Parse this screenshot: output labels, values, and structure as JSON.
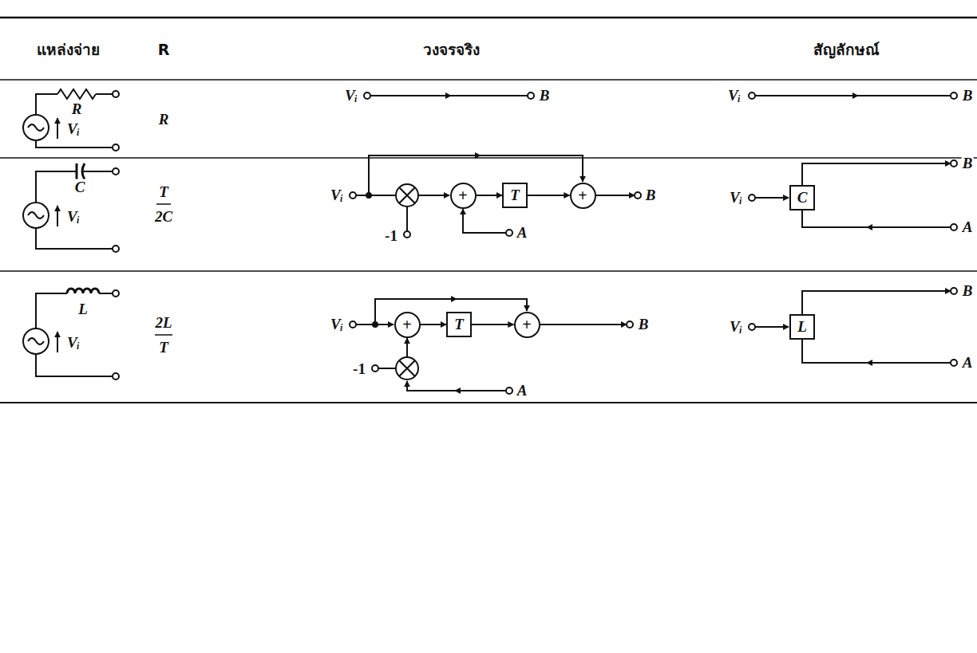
{
  "diagram": {
    "nodes": [
      {
        "text": [
          "+"
        ]
      },
      {
        "text": [
          "T"
        ]
      },
      {
        "text": [
          "+"
        ]
      },
      {
        "text": [
          "C"
        ]
      },
      {
        "text": [
          "+"
        ]
      },
      {
        "text": [
          "T"
        ]
      },
      {
        "text": [
          "+"
        ]
      },
      {
        "text": [
          "L"
        ]
      }
    ],
    "edges": [
      {
        "from": 0,
        "to": 1,
        "arrow": "to"
      },
      {
        "from": 1,
        "to": 2,
        "arrow": "to"
      },
      {
        "from": 4,
        "to": 5,
        "arrow": "to"
      },
      {
        "from": 5,
        "to": 6,
        "arrow": "to"
      }
    ],
    "labels": [
      "แหล่งจ่าย",
      "R",
      "วงจรจริง",
      "สัญลักษณ์",
      "R",
      "Vᵢ",
      "R",
      "Vᵢ",
      "B",
      "Vᵢ",
      "B",
      "C",
      "Vᵢ",
      "T",
      "2C",
      "Vᵢ",
      "-1",
      "A",
      "B",
      "Vᵢ",
      "B",
      "A",
      "L",
      "Vᵢ",
      "2L",
      "T",
      "Vᵢ",
      "-1",
      "A",
      "B",
      "Vᵢ",
      "B",
      "A"
    ]
  }
}
